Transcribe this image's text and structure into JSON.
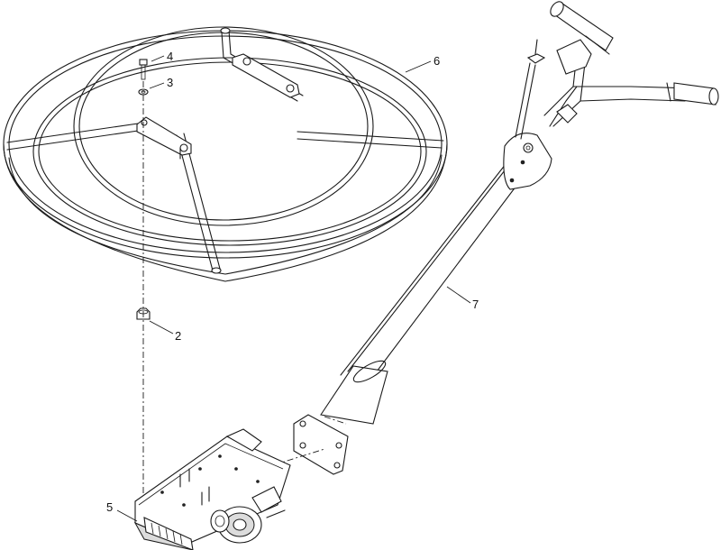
{
  "callouts": {
    "c2": "2",
    "c3": "3",
    "c4": "4",
    "c5": "5",
    "c6": "6",
    "c7": "7"
  }
}
